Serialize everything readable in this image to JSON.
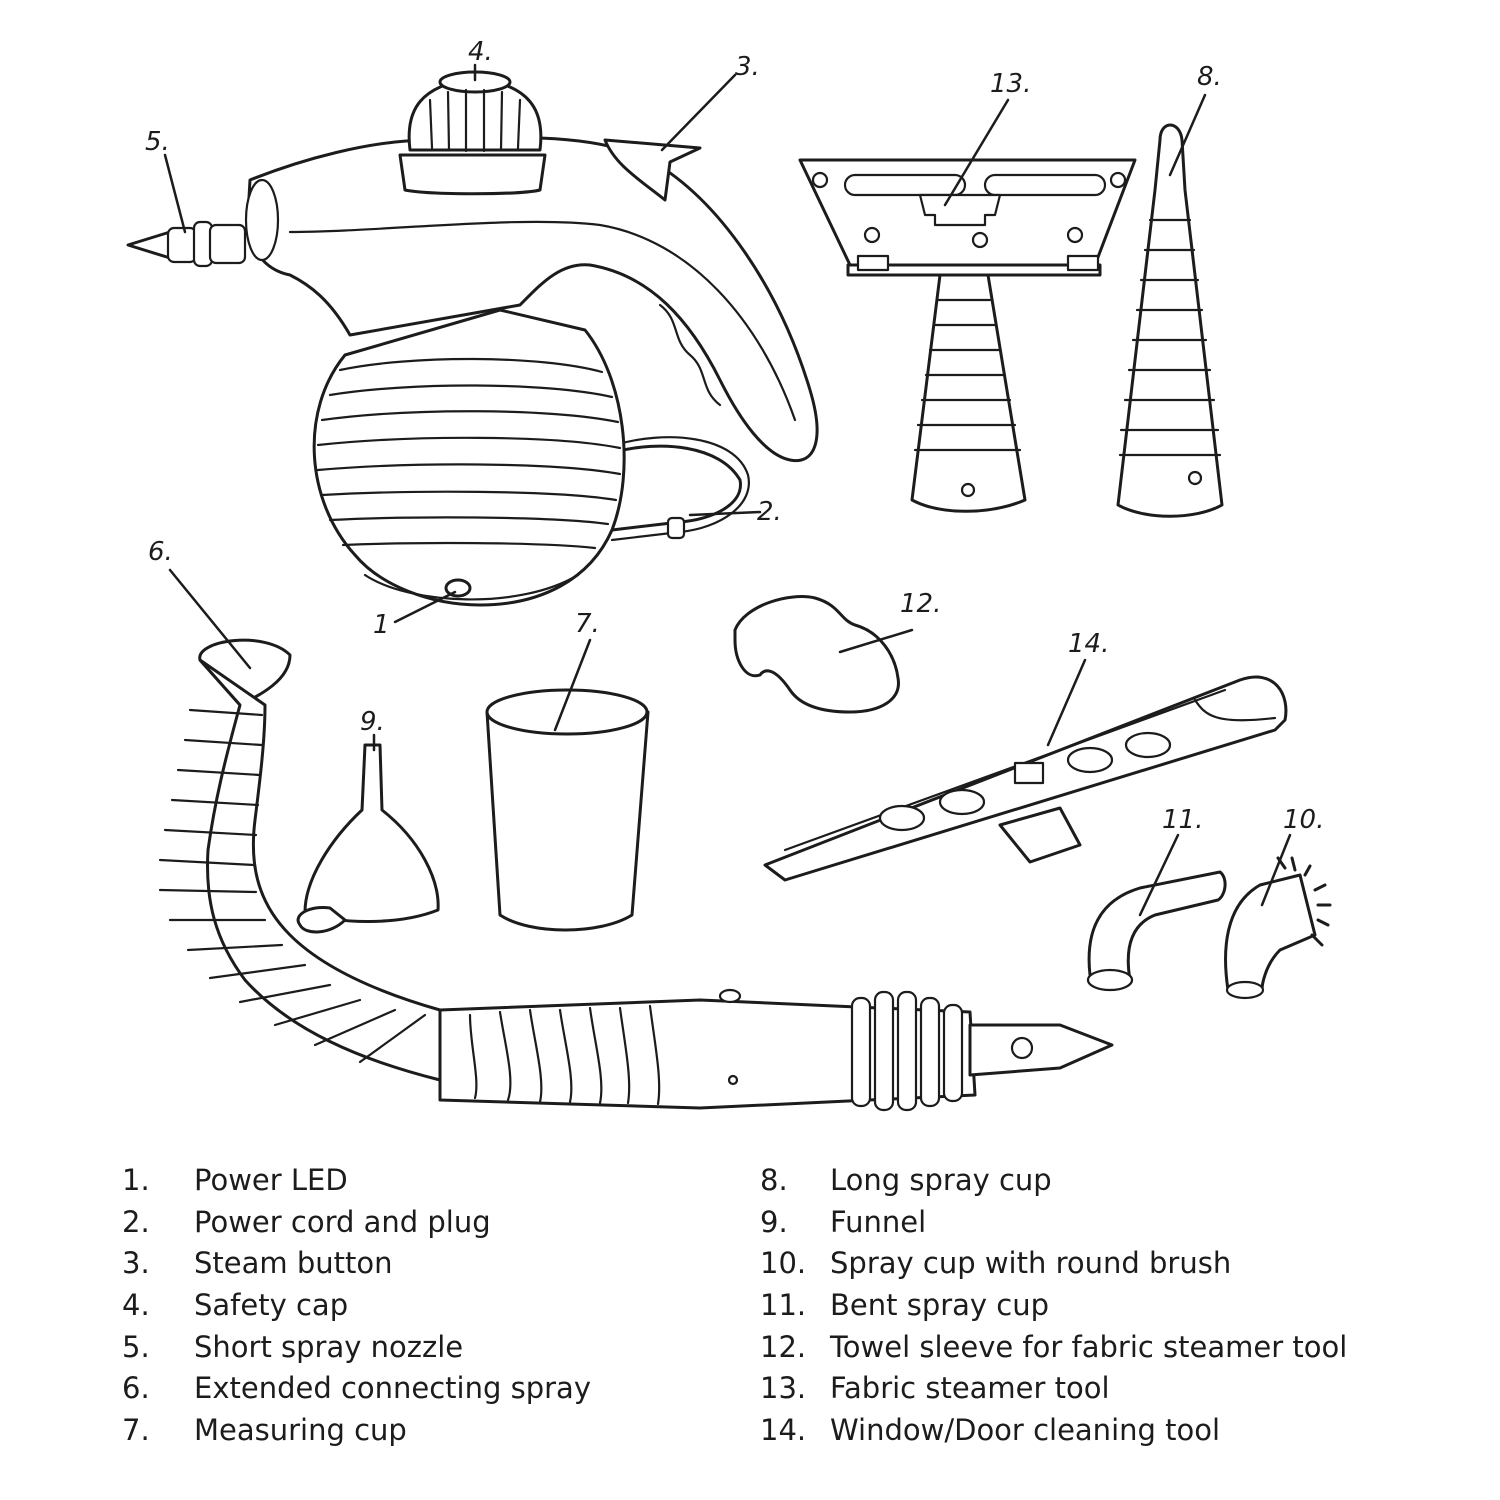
{
  "callouts": {
    "c1": "1",
    "c2": "2.",
    "c3": "3.",
    "c4": "4.",
    "c5": "5.",
    "c6": "6.",
    "c7": "7.",
    "c8": "8.",
    "c9": "9.",
    "c10": "10.",
    "c11": "11.",
    "c12": "12.",
    "c13": "13.",
    "c14": "14."
  },
  "legend": {
    "left": [
      {
        "num": "1.",
        "label": "Power LED"
      },
      {
        "num": "2.",
        "label": "Power cord and plug"
      },
      {
        "num": "3.",
        "label": "Steam button"
      },
      {
        "num": "4.",
        "label": "Safety cap"
      },
      {
        "num": "5.",
        "label": "Short spray nozzle"
      },
      {
        "num": "6.",
        "label": "Extended connecting spray"
      },
      {
        "num": "7.",
        "label": "Measuring cup"
      }
    ],
    "right": [
      {
        "num": "8.",
        "label": "Long spray cup"
      },
      {
        "num": "9.",
        "label": "Funnel"
      },
      {
        "num": "10.",
        "label": "Spray cup with round brush"
      },
      {
        "num": "11.",
        "label": "Bent spray cup"
      },
      {
        "num": "12.",
        "label": "Towel sleeve for fabric steamer tool"
      },
      {
        "num": "13.",
        "label": "Fabric steamer tool"
      },
      {
        "num": "14.",
        "label": "Window/Door cleaning tool"
      }
    ]
  }
}
